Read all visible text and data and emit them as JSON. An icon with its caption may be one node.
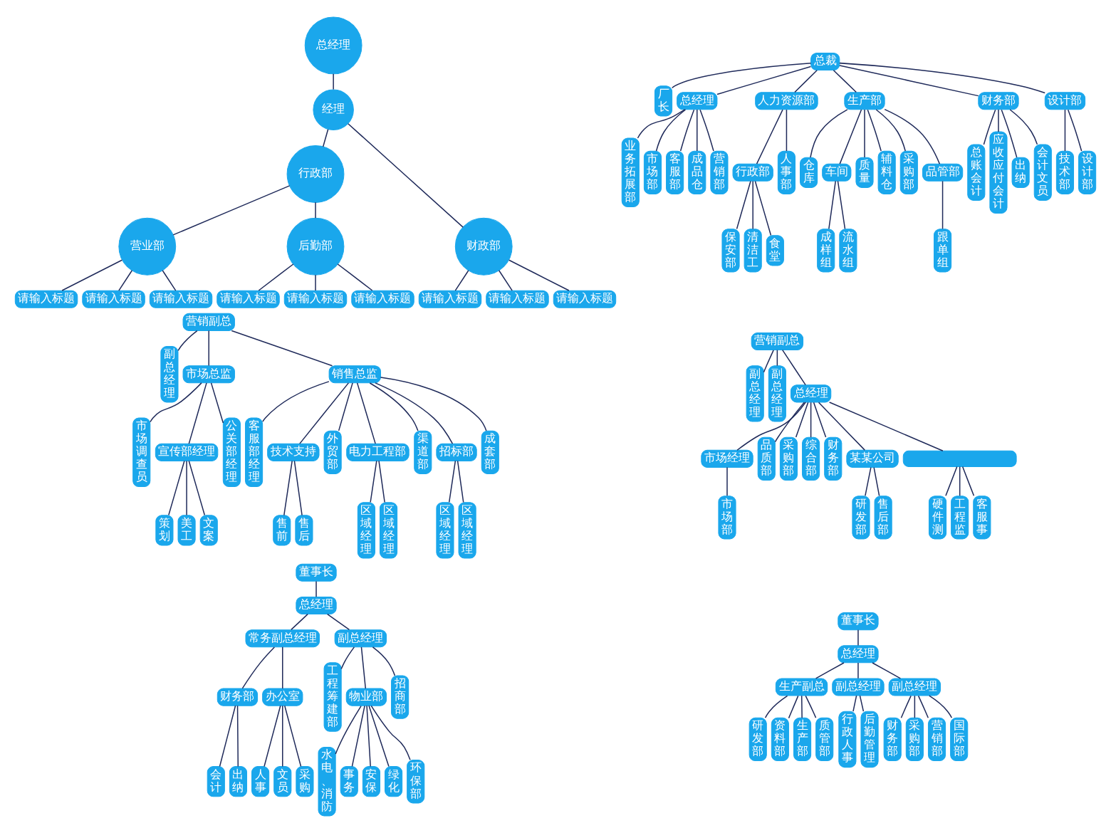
{
  "diagram": {
    "nodes": [
      {
        "text": [
          "总经理"
        ]
      },
      {
        "text": [
          "经理"
        ]
      },
      {
        "text": [
          "行政部"
        ]
      },
      {
        "text": [
          "财政部"
        ]
      },
      {
        "text": [
          "营业部"
        ]
      },
      {
        "text": [
          "后勤部"
        ]
      },
      {
        "text": [
          "请输入标题"
        ]
      },
      {
        "text": [
          "请输入标题"
        ]
      },
      {
        "text": [
          "请输入标题"
        ]
      },
      {
        "text": [
          "请输入标题"
        ]
      },
      {
        "text": [
          "请输入标题"
        ]
      },
      {
        "text": [
          "请输入标题"
        ]
      },
      {
        "text": [
          "请输入标题"
        ]
      },
      {
        "text": [
          "请输入标题"
        ]
      },
      {
        "text": [
          "请输入标题"
        ]
      },
      {
        "text": [
          "营销副总"
        ]
      },
      {
        "text": [
          "副总经理"
        ]
      },
      {
        "text": [
          "市场总监"
        ]
      },
      {
        "text": [
          "销售总监"
        ]
      },
      {
        "text": [
          "市场调查员"
        ]
      },
      {
        "text": [
          "宣传部经理"
        ]
      },
      {
        "text": [
          "公关部经理"
        ]
      },
      {
        "text": [
          "客服部经理"
        ]
      },
      {
        "text": [
          "技术支持"
        ]
      },
      {
        "text": [
          "外贸部"
        ]
      },
      {
        "text": [
          "电力工程部"
        ]
      },
      {
        "text": [
          "渠道部"
        ]
      },
      {
        "text": [
          "招标部"
        ]
      },
      {
        "text": [
          "成套部"
        ]
      },
      {
        "text": [
          "策划"
        ]
      },
      {
        "text": [
          "美工"
        ]
      },
      {
        "text": [
          "文案"
        ]
      },
      {
        "text": [
          "售前"
        ]
      },
      {
        "text": [
          "售后"
        ]
      },
      {
        "text": [
          "区域经理"
        ]
      },
      {
        "text": [
          "区域经理"
        ]
      },
      {
        "text": [
          "区域经理"
        ]
      },
      {
        "text": [
          "区域经理"
        ]
      },
      {
        "text": [
          "董事长"
        ]
      },
      {
        "text": [
          "总经理"
        ]
      },
      {
        "text": [
          "常务副总经理"
        ]
      },
      {
        "text": [
          "副总经理"
        ]
      },
      {
        "text": [
          "财务部"
        ]
      },
      {
        "text": [
          "办公室"
        ]
      },
      {
        "text": [
          "工程筹建部"
        ]
      },
      {
        "text": [
          "物业部"
        ]
      },
      {
        "text": [
          "招商部"
        ]
      },
      {
        "text": [
          "会计"
        ]
      },
      {
        "text": [
          "出纳"
        ]
      },
      {
        "text": [
          "人事"
        ]
      },
      {
        "text": [
          "文员"
        ]
      },
      {
        "text": [
          "采购"
        ]
      },
      {
        "text": [
          "水电、消防"
        ]
      },
      {
        "text": [
          "事务"
        ]
      },
      {
        "text": [
          "安保"
        ]
      },
      {
        "text": [
          "绿化"
        ]
      },
      {
        "text": [
          "环保部"
        ]
      },
      {
        "text": [
          "总裁"
        ]
      },
      {
        "text": [
          "厂长"
        ]
      },
      {
        "text": [
          "总经理"
        ]
      },
      {
        "text": [
          "人力资源部"
        ]
      },
      {
        "text": [
          "生产部"
        ]
      },
      {
        "text": [
          "财务部"
        ]
      },
      {
        "text": [
          "设计部"
        ]
      },
      {
        "text": [
          "业务拓展部"
        ]
      },
      {
        "text": [
          "市场部"
        ]
      },
      {
        "text": [
          "客服部"
        ]
      },
      {
        "text": [
          "成品仓"
        ]
      },
      {
        "text": [
          "营销部"
        ]
      },
      {
        "text": [
          "行政部"
        ]
      },
      {
        "text": [
          "人事部"
        ]
      },
      {
        "text": [
          "仓库"
        ]
      },
      {
        "text": [
          "车间"
        ]
      },
      {
        "text": [
          "质量"
        ]
      },
      {
        "text": [
          "辅料仓"
        ]
      },
      {
        "text": [
          "采购部"
        ]
      },
      {
        "text": [
          "品管部"
        ]
      },
      {
        "text": [
          "总账会计"
        ]
      },
      {
        "text": [
          "应收应付会计"
        ]
      },
      {
        "text": [
          "出纳"
        ]
      },
      {
        "text": [
          "会计文员"
        ]
      },
      {
        "text": [
          "技术部"
        ]
      },
      {
        "text": [
          "设计部"
        ]
      },
      {
        "text": [
          "保安部"
        ]
      },
      {
        "text": [
          "清洁工"
        ]
      },
      {
        "text": [
          "食堂"
        ]
      },
      {
        "text": [
          "成样组"
        ]
      },
      {
        "text": [
          "流水组"
        ]
      },
      {
        "text": [
          "跟单组"
        ]
      },
      {
        "text": [
          "营销副总"
        ]
      },
      {
        "text": [
          "副总经理"
        ]
      },
      {
        "text": [
          "副总经理"
        ]
      },
      {
        "text": [
          "总经理"
        ]
      },
      {
        "text": [
          "市场经理"
        ]
      },
      {
        "text": [
          "品质部"
        ]
      },
      {
        "text": [
          "采购部"
        ]
      },
      {
        "text": [
          "综合部"
        ]
      },
      {
        "text": [
          "财务部"
        ]
      },
      {
        "text": [
          "某某公司"
        ]
      },
      {
        "text": [],
        "shape": "box"
      },
      {
        "text": [
          "市场部"
        ]
      },
      {
        "text": [
          "研发部"
        ]
      },
      {
        "text": [
          "售后部"
        ]
      },
      {
        "text": [
          "硬件测"
        ]
      },
      {
        "text": [
          "工程监"
        ]
      },
      {
        "text": [
          "客服事"
        ]
      },
      {
        "text": [
          "董事长"
        ]
      },
      {
        "text": [
          "总经理"
        ]
      },
      {
        "text": [
          "生产副总"
        ]
      },
      {
        "text": [
          "副总经理"
        ]
      },
      {
        "text": [
          "副总经理"
        ]
      },
      {
        "text": [
          "研发部"
        ]
      },
      {
        "text": [
          "资料部"
        ]
      },
      {
        "text": [
          "生产部"
        ]
      },
      {
        "text": [
          "质管部"
        ]
      },
      {
        "text": [
          "行政人事"
        ]
      },
      {
        "text": [
          "后勤管理"
        ]
      },
      {
        "text": [
          "财务部"
        ]
      },
      {
        "text": [
          "采购部"
        ]
      },
      {
        "text": [
          "营销部"
        ]
      },
      {
        "text": [
          "国际部"
        ]
      }
    ],
    "edges": [
      {
        "from": 0,
        "to": 1,
        "arrow": "none"
      },
      {
        "from": 1,
        "to": 2,
        "arrow": "none"
      },
      {
        "from": 1,
        "to": 3,
        "arrow": "none"
      },
      {
        "from": 2,
        "to": 4,
        "arrow": "none"
      },
      {
        "from": 2,
        "to": 5,
        "arrow": "none"
      },
      {
        "from": 4,
        "to": 6,
        "arrow": "none"
      },
      {
        "from": 4,
        "to": 7,
        "arrow": "none"
      },
      {
        "from": 4,
        "to": 8,
        "arrow": "none"
      },
      {
        "from": 5,
        "to": 9,
        "arrow": "none"
      },
      {
        "from": 5,
        "to": 10,
        "arrow": "none"
      },
      {
        "from": 5,
        "to": 11,
        "arrow": "none"
      },
      {
        "from": 3,
        "to": 12,
        "arrow": "none"
      },
      {
        "from": 3,
        "to": 13,
        "arrow": "none"
      },
      {
        "from": 3,
        "to": 14,
        "arrow": "none"
      },
      {
        "from": 15,
        "to": 16,
        "arrow": "none"
      },
      {
        "from": 15,
        "to": 17,
        "arrow": "none"
      },
      {
        "from": 15,
        "to": 18,
        "arrow": "none"
      },
      {
        "from": 17,
        "to": 19,
        "arrow": "none"
      },
      {
        "from": 17,
        "to": 20,
        "arrow": "none"
      },
      {
        "from": 17,
        "to": 21,
        "arrow": "none"
      },
      {
        "from": 18,
        "to": 22,
        "arrow": "none"
      },
      {
        "from": 18,
        "to": 23,
        "arrow": "none"
      },
      {
        "from": 18,
        "to": 24,
        "arrow": "none"
      },
      {
        "from": 18,
        "to": 25,
        "arrow": "none"
      },
      {
        "from": 18,
        "to": 26,
        "arrow": "none"
      },
      {
        "from": 18,
        "to": 27,
        "arrow": "none"
      },
      {
        "from": 18,
        "to": 28,
        "arrow": "none"
      },
      {
        "from": 20,
        "to": 29,
        "arrow": "none"
      },
      {
        "from": 20,
        "to": 30,
        "arrow": "none"
      },
      {
        "from": 20,
        "to": 31,
        "arrow": "none"
      },
      {
        "from": 23,
        "to": 32,
        "arrow": "none"
      },
      {
        "from": 23,
        "to": 33,
        "arrow": "none"
      },
      {
        "from": 25,
        "to": 34,
        "arrow": "none"
      },
      {
        "from": 25,
        "to": 35,
        "arrow": "none"
      },
      {
        "from": 27,
        "to": 36,
        "arrow": "none"
      },
      {
        "from": 27,
        "to": 37,
        "arrow": "none"
      },
      {
        "from": 38,
        "to": 39,
        "arrow": "none"
      },
      {
        "from": 39,
        "to": 40,
        "arrow": "none"
      },
      {
        "from": 39,
        "to": 41,
        "arrow": "none"
      },
      {
        "from": 40,
        "to": 42,
        "arrow": "none"
      },
      {
        "from": 40,
        "to": 43,
        "arrow": "none"
      },
      {
        "from": 41,
        "to": 44,
        "arrow": "none"
      },
      {
        "from": 41,
        "to": 45,
        "arrow": "none"
      },
      {
        "from": 41,
        "to": 46,
        "arrow": "none"
      },
      {
        "from": 42,
        "to": 47,
        "arrow": "none"
      },
      {
        "from": 42,
        "to": 48,
        "arrow": "none"
      },
      {
        "from": 43,
        "to": 49,
        "arrow": "none"
      },
      {
        "from": 43,
        "to": 50,
        "arrow": "none"
      },
      {
        "from": 43,
        "to": 51,
        "arrow": "none"
      },
      {
        "from": 45,
        "to": 52,
        "arrow": "none"
      },
      {
        "from": 45,
        "to": 53,
        "arrow": "none"
      },
      {
        "from": 45,
        "to": 54,
        "arrow": "none"
      },
      {
        "from": 45,
        "to": 55,
        "arrow": "none"
      },
      {
        "from": 45,
        "to": 56,
        "arrow": "none"
      },
      {
        "from": 57,
        "to": 58,
        "arrow": "none"
      },
      {
        "from": 57,
        "to": 59,
        "arrow": "none"
      },
      {
        "from": 57,
        "to": 60,
        "arrow": "none"
      },
      {
        "from": 57,
        "to": 61,
        "arrow": "none"
      },
      {
        "from": 57,
        "to": 62,
        "arrow": "none"
      },
      {
        "from": 57,
        "to": 63,
        "arrow": "none"
      },
      {
        "from": 59,
        "to": 64,
        "arrow": "none"
      },
      {
        "from": 59,
        "to": 65,
        "arrow": "none"
      },
      {
        "from": 59,
        "to": 66,
        "arrow": "none"
      },
      {
        "from": 59,
        "to": 67,
        "arrow": "none"
      },
      {
        "from": 59,
        "to": 68,
        "arrow": "none"
      },
      {
        "from": 60,
        "to": 69,
        "arrow": "none"
      },
      {
        "from": 60,
        "to": 70,
        "arrow": "none"
      },
      {
        "from": 61,
        "to": 71,
        "arrow": "none"
      },
      {
        "from": 61,
        "to": 72,
        "arrow": "none"
      },
      {
        "from": 61,
        "to": 73,
        "arrow": "none"
      },
      {
        "from": 61,
        "to": 74,
        "arrow": "none"
      },
      {
        "from": 61,
        "to": 75,
        "arrow": "none"
      },
      {
        "from": 61,
        "to": 76,
        "arrow": "none"
      },
      {
        "from": 62,
        "to": 77,
        "arrow": "none"
      },
      {
        "from": 62,
        "to": 78,
        "arrow": "none"
      },
      {
        "from": 62,
        "to": 79,
        "arrow": "none"
      },
      {
        "from": 62,
        "to": 80,
        "arrow": "none"
      },
      {
        "from": 63,
        "to": 81,
        "arrow": "none"
      },
      {
        "from": 63,
        "to": 82,
        "arrow": "none"
      },
      {
        "from": 69,
        "to": 83,
        "arrow": "none"
      },
      {
        "from": 69,
        "to": 84,
        "arrow": "none"
      },
      {
        "from": 69,
        "to": 85,
        "arrow": "none"
      },
      {
        "from": 72,
        "to": 86,
        "arrow": "none"
      },
      {
        "from": 72,
        "to": 87,
        "arrow": "none"
      },
      {
        "from": 76,
        "to": 88,
        "arrow": "none"
      },
      {
        "from": 89,
        "to": 90,
        "arrow": "none"
      },
      {
        "from": 89,
        "to": 91,
        "arrow": "none"
      },
      {
        "from": 89,
        "to": 92,
        "arrow": "none"
      },
      {
        "from": 92,
        "to": 93,
        "arrow": "none"
      },
      {
        "from": 92,
        "to": 94,
        "arrow": "none"
      },
      {
        "from": 92,
        "to": 95,
        "arrow": "none"
      },
      {
        "from": 92,
        "to": 96,
        "arrow": "none"
      },
      {
        "from": 92,
        "to": 97,
        "arrow": "none"
      },
      {
        "from": 92,
        "to": 98,
        "arrow": "none"
      },
      {
        "from": 92,
        "to": 99,
        "arrow": "none"
      },
      {
        "from": 93,
        "to": 100,
        "arrow": "none"
      },
      {
        "from": 98,
        "to": 101,
        "arrow": "none"
      },
      {
        "from": 98,
        "to": 102,
        "arrow": "none"
      },
      {
        "from": 99,
        "to": 103,
        "arrow": "none"
      },
      {
        "from": 99,
        "to": 104,
        "arrow": "none"
      },
      {
        "from": 99,
        "to": 105,
        "arrow": "none"
      },
      {
        "from": 106,
        "to": 107,
        "arrow": "none"
      },
      {
        "from": 107,
        "to": 108,
        "arrow": "none"
      },
      {
        "from": 107,
        "to": 109,
        "arrow": "none"
      },
      {
        "from": 107,
        "to": 110,
        "arrow": "none"
      },
      {
        "from": 108,
        "to": 111,
        "arrow": "none"
      },
      {
        "from": 108,
        "to": 112,
        "arrow": "none"
      },
      {
        "from": 108,
        "to": 113,
        "arrow": "none"
      },
      {
        "from": 108,
        "to": 114,
        "arrow": "none"
      },
      {
        "from": 109,
        "to": 115,
        "arrow": "none"
      },
      {
        "from": 109,
        "to": 116,
        "arrow": "none"
      },
      {
        "from": 110,
        "to": 117,
        "arrow": "none"
      },
      {
        "from": 110,
        "to": 118,
        "arrow": "none"
      },
      {
        "from": 110,
        "to": 119,
        "arrow": "none"
      },
      {
        "from": 110,
        "to": 120,
        "arrow": "none"
      }
    ]
  }
}
